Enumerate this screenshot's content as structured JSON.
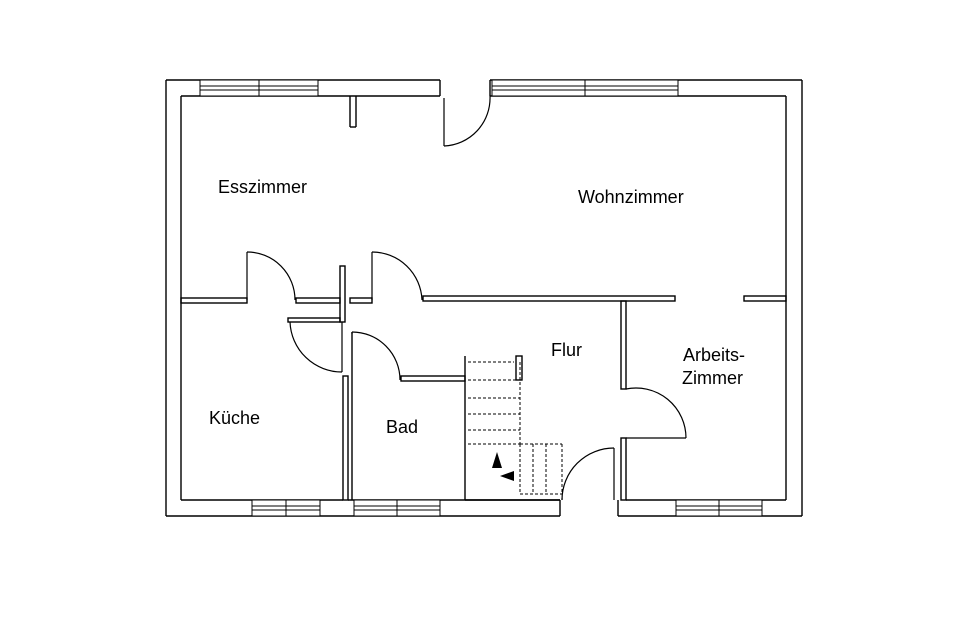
{
  "rooms": {
    "esszimmer": "Esszimmer",
    "wohnzimmer": "Wohnzimmer",
    "flur": "Flur",
    "arbeitszimmer_line1": "Arbeits-",
    "arbeitszimmer_line2": "Zimmer",
    "kueche": "Küche",
    "bad": "Bad"
  },
  "colors": {
    "wall": "#000000",
    "background": "#ffffff",
    "stair_dash": "#555555"
  }
}
